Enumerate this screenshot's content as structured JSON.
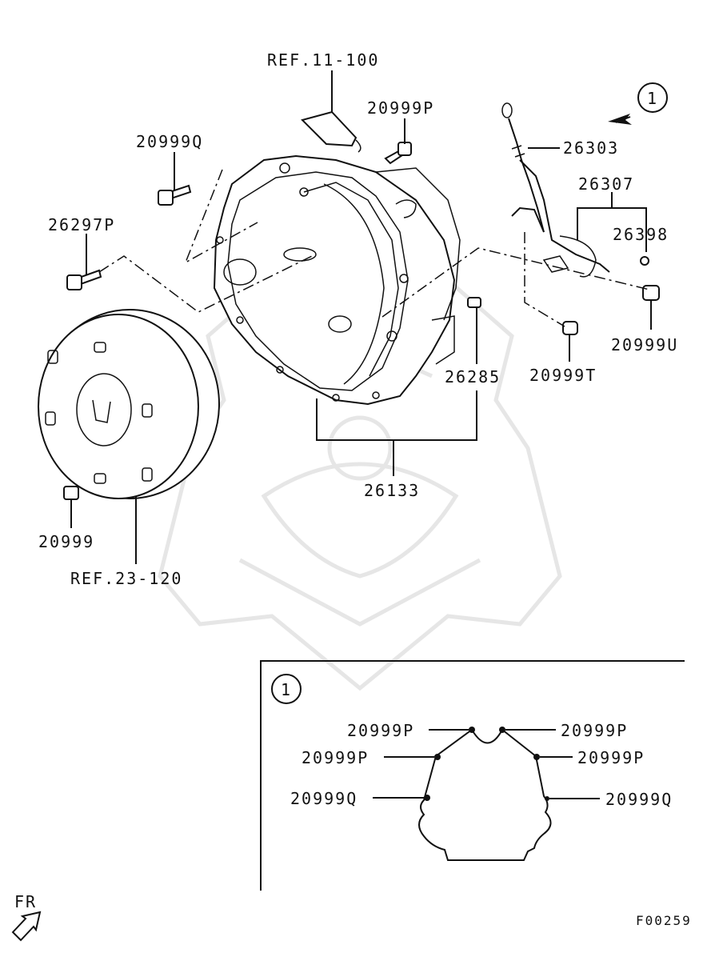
{
  "diagram": {
    "labels": {
      "ref_11_100": "REF.11-100",
      "p_20999P_top": "20999P",
      "p_20999Q_left": "20999Q",
      "p_26297P": "26297P",
      "p_26303": "26303",
      "p_26307": "26307",
      "p_26398": "26398",
      "p_20999U": "20999U",
      "p_20999T": "20999T",
      "p_26285": "26285",
      "p_26133": "26133",
      "p_20999": "20999",
      "ref_23_120": "REF.23-120"
    },
    "callout_marker": "1",
    "inset": {
      "marker": "1",
      "labels": {
        "p_top_left": "20999P",
        "p_top_right": "20999P",
        "p_mid_left": "20999P",
        "p_mid_right": "20999P",
        "q_left": "20999Q",
        "q_right": "20999Q"
      }
    },
    "fr_label": "FR",
    "figure_code": "F00259"
  }
}
